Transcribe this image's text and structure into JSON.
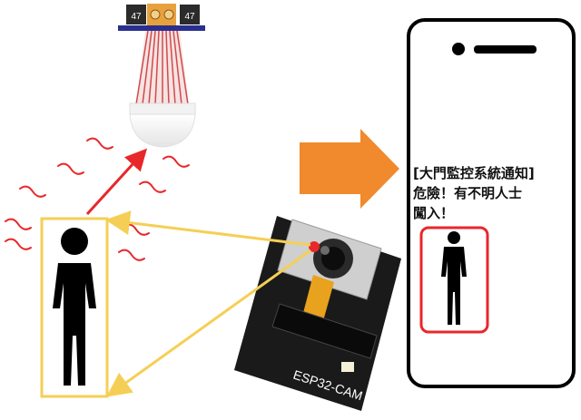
{
  "notification": {
    "title": "[大門監控系統通知]",
    "line1": "危險！有不明人士",
    "line2": "闖入！"
  },
  "camera_module": {
    "label": "ESP32-CAM"
  },
  "pir_sensor": {
    "capacitor_labels": [
      "47",
      "47"
    ]
  },
  "colors": {
    "accent_arrow": "#f08a2c",
    "alert_frame": "#e8272a",
    "highlight_box": "#f5cf55",
    "motion_waves": "#e8272a",
    "pcb": "#1a1a1a",
    "sensor_board": "#2a2f8f"
  }
}
